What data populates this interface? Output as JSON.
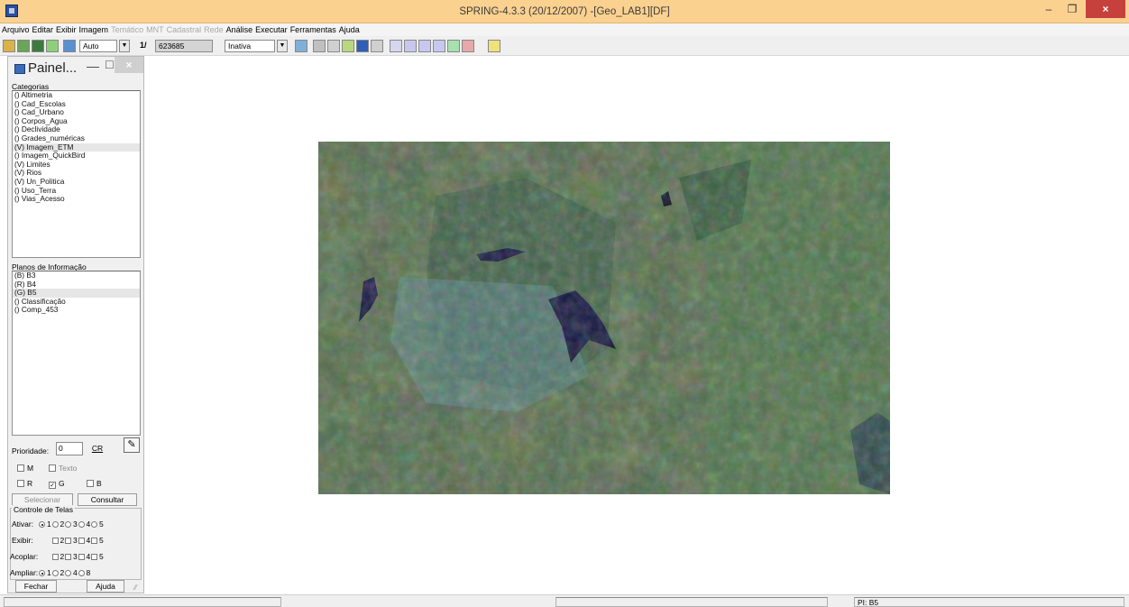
{
  "window": {
    "title": "SPRING-4.3.3 (20/12/2007) -[Geo_LAB1][DF]",
    "minimize_glyph": "–",
    "maximize_glyph": "❐",
    "close_glyph": "×"
  },
  "menu": [
    {
      "label": "Arquivo",
      "enabled": true
    },
    {
      "label": "Editar",
      "enabled": true
    },
    {
      "label": "Exibir",
      "enabled": true
    },
    {
      "label": "Imagem",
      "enabled": true
    },
    {
      "label": "Temático",
      "enabled": false
    },
    {
      "label": "MNT",
      "enabled": false
    },
    {
      "label": "Cadastral",
      "enabled": false
    },
    {
      "label": "Rede",
      "enabled": false
    },
    {
      "label": "Análise",
      "enabled": true
    },
    {
      "label": "Executar",
      "enabled": true
    },
    {
      "label": "Ferramentas",
      "enabled": true
    },
    {
      "label": "Ajuda",
      "enabled": true
    }
  ],
  "toolbar": {
    "zoom_mode": "Auto",
    "scale_prefix": "1/",
    "scale_value": "623685",
    "mode": "Inativa",
    "icons": [
      "open-database-icon",
      "open-project-icon",
      "save-icon",
      "draw-icon",
      "display-icon",
      "zoom-in-icon",
      "cursor-icon",
      "info-icon",
      "query-icon",
      "edit-icon",
      "zoom-window-icon",
      "zoom-out-icon",
      "zoom-previous-icon",
      "pan-icon",
      "refresh-icon",
      "help-icon"
    ]
  },
  "panel": {
    "title": "Painel...",
    "categories_label": "Categorias",
    "categories": [
      {
        "label": "() Altimetria",
        "selected": false
      },
      {
        "label": "() Cad_Escolas",
        "selected": false
      },
      {
        "label": "() Cad_Urbano",
        "selected": false
      },
      {
        "label": "() Corpos_Agua",
        "selected": false
      },
      {
        "label": "() Declividade",
        "selected": false
      },
      {
        "label": "() Grades_numéricas",
        "selected": false
      },
      {
        "label": "(V) Imagem_ETM",
        "selected": true
      },
      {
        "label": "() Imagem_QuickBird",
        "selected": false
      },
      {
        "label": "(V) Limites",
        "selected": false
      },
      {
        "label": "(V) Rios",
        "selected": false
      },
      {
        "label": "(V) Un_Politica",
        "selected": false
      },
      {
        "label": "() Uso_Terra",
        "selected": false
      },
      {
        "label": "() Vias_Acesso",
        "selected": false
      }
    ],
    "info_planes_label": "Planos de Informação",
    "info_planes": [
      {
        "label": "(B) B3",
        "selected": false
      },
      {
        "label": "(R) B4",
        "selected": false
      },
      {
        "label": "(G) B5",
        "selected": true
      },
      {
        "label": "() Classificação",
        "selected": false
      },
      {
        "label": "() Comp_453",
        "selected": false
      }
    ],
    "priority_label": "Prioridade:",
    "priority_value": "0",
    "cr_label": "CR",
    "checks": {
      "m": {
        "label": "M",
        "checked": false
      },
      "texto": {
        "label": "Texto",
        "checked": false
      },
      "r": {
        "label": "R",
        "checked": false
      },
      "g": {
        "label": "G",
        "checked": true
      },
      "b": {
        "label": "B",
        "checked": false
      }
    },
    "select_label": "Selecionar",
    "query_label": "Consultar",
    "screen_control": {
      "legend": "Controle de Telas",
      "ativar_label": "Ativar:",
      "ativar_options": [
        "1",
        "2",
        "3",
        "4",
        "5"
      ],
      "ativar_selected": "1",
      "exibir_label": "Exibir:",
      "exibir_options": [
        "2",
        "3",
        "4",
        "5"
      ],
      "acoplar_label": "Acoplar:",
      "acoplar_options": [
        "2",
        "3",
        "4",
        "5"
      ],
      "ampliar_label": "Ampliar:",
      "ampliar_options": [
        "1",
        "2",
        "4",
        "8"
      ],
      "ampliar_selected": "1"
    },
    "close_label": "Fechar",
    "help_label": "Ajuda"
  },
  "status": {
    "pi_label": "PI: B5"
  }
}
